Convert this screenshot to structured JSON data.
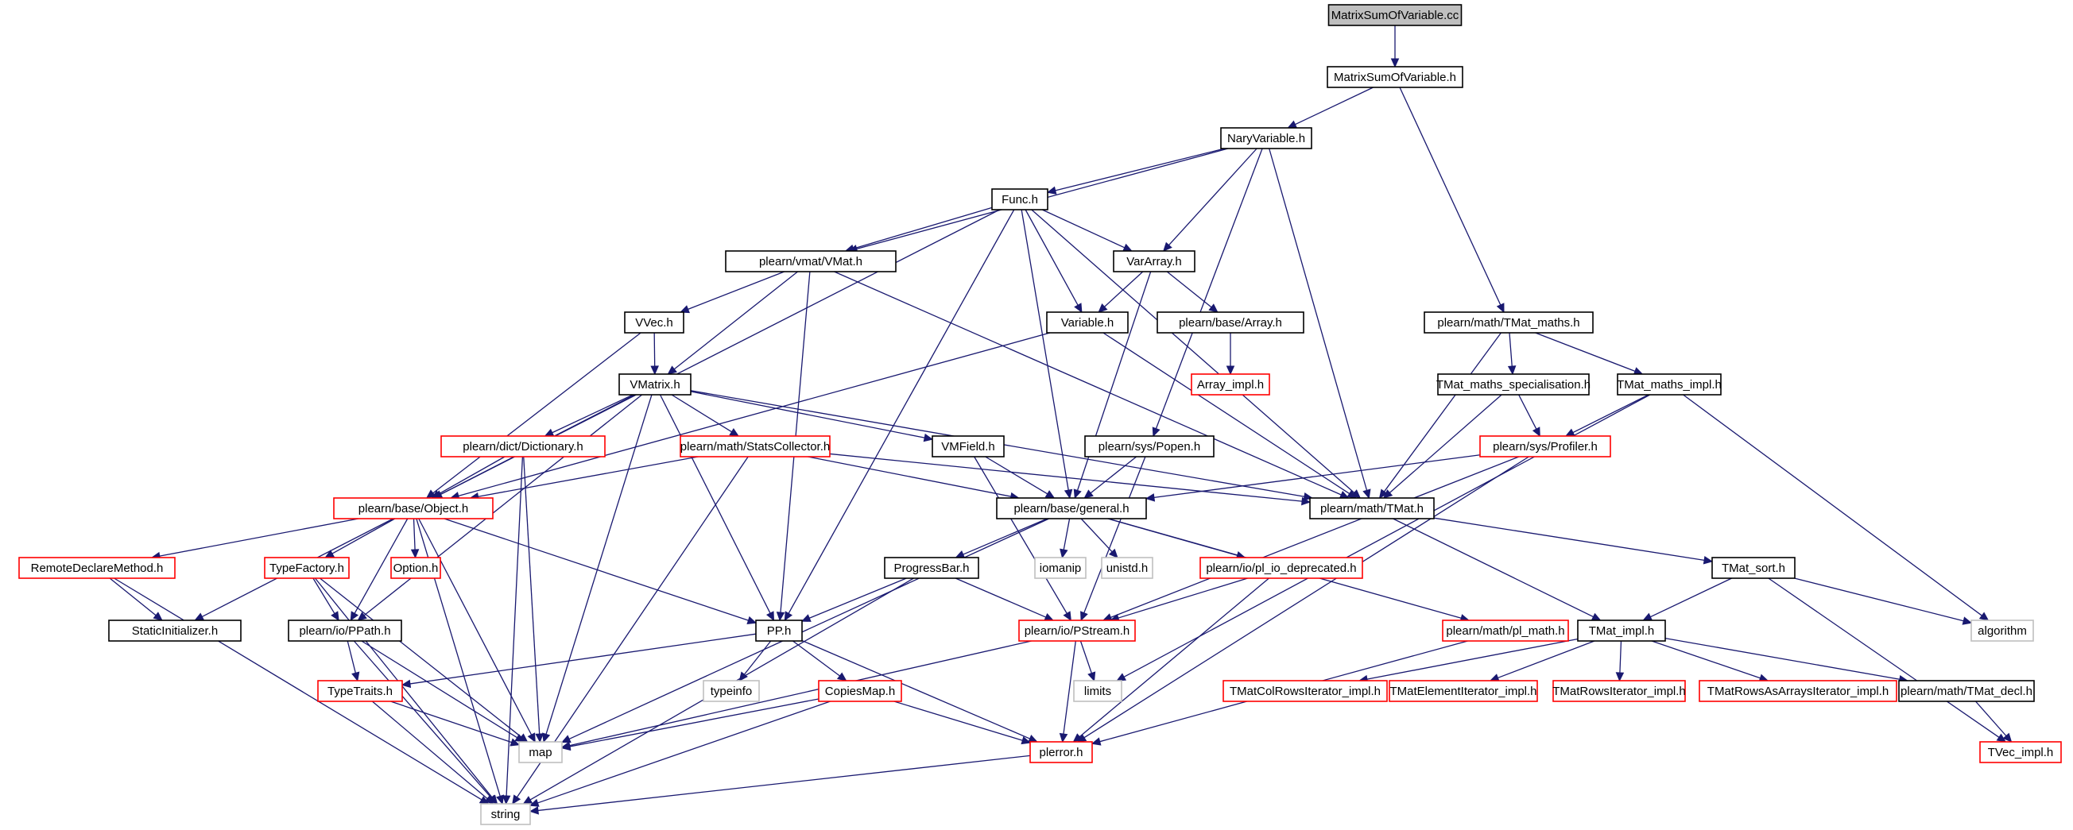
{
  "diagram": {
    "colors": {
      "edge": "#191970",
      "normal_border": "#000000",
      "missing_border": "#ff0000",
      "external_border": "#bfbfbf",
      "root_fill": "#bfbfbf"
    },
    "nodes": [
      {
        "id": "root",
        "label": "MatrixSumOfVariable.cc",
        "kind": "root"
      },
      {
        "id": "msv_h",
        "label": "MatrixSumOfVariable.h",
        "kind": "normal"
      },
      {
        "id": "nary",
        "label": "NaryVariable.h",
        "kind": "normal"
      },
      {
        "id": "func",
        "label": "Func.h",
        "kind": "normal"
      },
      {
        "id": "vmat",
        "label": "plearn/vmat/VMat.h",
        "kind": "normal"
      },
      {
        "id": "vararray",
        "label": "VarArray.h",
        "kind": "normal"
      },
      {
        "id": "vvec",
        "label": "VVec.h",
        "kind": "normal"
      },
      {
        "id": "variable",
        "label": "Variable.h",
        "kind": "normal"
      },
      {
        "id": "base_array",
        "label": "plearn/base/Array.h",
        "kind": "normal"
      },
      {
        "id": "array_impl",
        "label": "Array_impl.h",
        "kind": "missing"
      },
      {
        "id": "tmat_maths",
        "label": "plearn/math/TMat_maths.h",
        "kind": "normal"
      },
      {
        "id": "tmat_maths_spec",
        "label": "TMat_maths_specialisation.h",
        "kind": "normal"
      },
      {
        "id": "tmat_maths_impl",
        "label": "TMat_maths_impl.h",
        "kind": "normal"
      },
      {
        "id": "vmatrix",
        "label": "VMatrix.h",
        "kind": "normal"
      },
      {
        "id": "dictionary",
        "label": "plearn/dict/Dictionary.h",
        "kind": "missing"
      },
      {
        "id": "statscollector",
        "label": "plearn/math/StatsCollector.h",
        "kind": "missing"
      },
      {
        "id": "vmfield",
        "label": "VMField.h",
        "kind": "normal"
      },
      {
        "id": "popen",
        "label": "plearn/sys/Popen.h",
        "kind": "normal"
      },
      {
        "id": "profiler",
        "label": "plearn/sys/Profiler.h",
        "kind": "missing"
      },
      {
        "id": "object",
        "label": "plearn/base/Object.h",
        "kind": "missing"
      },
      {
        "id": "general",
        "label": "plearn/base/general.h",
        "kind": "normal"
      },
      {
        "id": "tmat",
        "label": "plearn/math/TMat.h",
        "kind": "normal"
      },
      {
        "id": "remote",
        "label": "RemoteDeclareMethod.h",
        "kind": "missing"
      },
      {
        "id": "typefactory",
        "label": "TypeFactory.h",
        "kind": "missing"
      },
      {
        "id": "option",
        "label": "Option.h",
        "kind": "missing"
      },
      {
        "id": "progressbar",
        "label": "ProgressBar.h",
        "kind": "normal"
      },
      {
        "id": "iomanip",
        "label": "iomanip",
        "kind": "external"
      },
      {
        "id": "unistd",
        "label": "unistd.h",
        "kind": "external"
      },
      {
        "id": "pl_io_dep",
        "label": "plearn/io/pl_io_deprecated.h",
        "kind": "missing"
      },
      {
        "id": "tmat_sort",
        "label": "TMat_sort.h",
        "kind": "normal"
      },
      {
        "id": "staticinit",
        "label": "StaticInitializer.h",
        "kind": "normal"
      },
      {
        "id": "ppath",
        "label": "plearn/io/PPath.h",
        "kind": "normal"
      },
      {
        "id": "pp",
        "label": "PP.h",
        "kind": "normal"
      },
      {
        "id": "pstream",
        "label": "plearn/io/PStream.h",
        "kind": "missing"
      },
      {
        "id": "pl_math",
        "label": "plearn/math/pl_math.h",
        "kind": "missing"
      },
      {
        "id": "tmat_impl",
        "label": "TMat_impl.h",
        "kind": "normal"
      },
      {
        "id": "algorithm",
        "label": "algorithm",
        "kind": "external"
      },
      {
        "id": "typeinfo",
        "label": "typeinfo",
        "kind": "external"
      },
      {
        "id": "limits",
        "label": "limits",
        "kind": "external"
      },
      {
        "id": "typetraits",
        "label": "TypeTraits.h",
        "kind": "missing"
      },
      {
        "id": "copiesmap",
        "label": "CopiesMap.h",
        "kind": "missing"
      },
      {
        "id": "tmatcolrows",
        "label": "TMatColRowsIterator_impl.h",
        "kind": "missing"
      },
      {
        "id": "tmatelement",
        "label": "TMatElementIterator_impl.h",
        "kind": "missing"
      },
      {
        "id": "tmatrows",
        "label": "TMatRowsIterator_impl.h",
        "kind": "missing"
      },
      {
        "id": "tmatrowsarrays",
        "label": "TMatRowsAsArraysIterator_impl.h",
        "kind": "missing"
      },
      {
        "id": "tmat_decl",
        "label": "plearn/math/TMat_decl.h",
        "kind": "normal"
      },
      {
        "id": "map",
        "label": "map",
        "kind": "external"
      },
      {
        "id": "plerror",
        "label": "plerror.h",
        "kind": "missing"
      },
      {
        "id": "tvec_impl",
        "label": "TVec_impl.h",
        "kind": "missing"
      },
      {
        "id": "string",
        "label": "string",
        "kind": "external"
      }
    ],
    "edges": [
      [
        "root",
        "msv_h"
      ],
      [
        "msv_h",
        "nary"
      ],
      [
        "msv_h",
        "tmat_maths"
      ],
      [
        "nary",
        "func"
      ],
      [
        "nary",
        "vmat"
      ],
      [
        "nary",
        "vararray"
      ],
      [
        "nary",
        "popen"
      ],
      [
        "nary",
        "tmat"
      ],
      [
        "func",
        "vmat"
      ],
      [
        "func",
        "vararray"
      ],
      [
        "func",
        "variable"
      ],
      [
        "func",
        "object"
      ],
      [
        "func",
        "general"
      ],
      [
        "func",
        "pp"
      ],
      [
        "func",
        "tmat"
      ],
      [
        "vmat",
        "vvec"
      ],
      [
        "vmat",
        "vmatrix"
      ],
      [
        "vmat",
        "pp"
      ],
      [
        "vmat",
        "tmat"
      ],
      [
        "vararray",
        "variable"
      ],
      [
        "vararray",
        "base_array"
      ],
      [
        "vararray",
        "general"
      ],
      [
        "variable",
        "object"
      ],
      [
        "variable",
        "tmat"
      ],
      [
        "base_array",
        "array_impl"
      ],
      [
        "vvec",
        "vmatrix"
      ],
      [
        "vvec",
        "object"
      ],
      [
        "tmat_maths",
        "tmat_maths_spec"
      ],
      [
        "tmat_maths",
        "tmat_maths_impl"
      ],
      [
        "tmat_maths",
        "tmat"
      ],
      [
        "tmat_maths_spec",
        "profiler"
      ],
      [
        "tmat_maths_spec",
        "tmat"
      ],
      [
        "tmat_maths_impl",
        "profiler"
      ],
      [
        "tmat_maths_impl",
        "algorithm"
      ],
      [
        "tmat_maths_impl",
        "limits"
      ],
      [
        "vmatrix",
        "dictionary"
      ],
      [
        "vmatrix",
        "statscollector"
      ],
      [
        "vmatrix",
        "vmfield"
      ],
      [
        "vmatrix",
        "object"
      ],
      [
        "vmatrix",
        "ppath"
      ],
      [
        "vmatrix",
        "pp"
      ],
      [
        "vmatrix",
        "map"
      ],
      [
        "vmatrix",
        "tmat"
      ],
      [
        "dictionary",
        "object"
      ],
      [
        "dictionary",
        "map"
      ],
      [
        "dictionary",
        "string"
      ],
      [
        "statscollector",
        "object"
      ],
      [
        "statscollector",
        "general"
      ],
      [
        "statscollector",
        "tmat"
      ],
      [
        "statscollector",
        "string"
      ],
      [
        "vmfield",
        "general"
      ],
      [
        "vmfield",
        "pstream"
      ],
      [
        "popen",
        "general"
      ],
      [
        "popen",
        "pstream"
      ],
      [
        "profiler",
        "general"
      ],
      [
        "profiler",
        "pstream"
      ],
      [
        "profiler",
        "plerror"
      ],
      [
        "object",
        "remote"
      ],
      [
        "object",
        "typefactory"
      ],
      [
        "object",
        "option"
      ],
      [
        "object",
        "staticinit"
      ],
      [
        "object",
        "ppath"
      ],
      [
        "object",
        "pp"
      ],
      [
        "object",
        "map"
      ],
      [
        "object",
        "string"
      ],
      [
        "general",
        "progressbar"
      ],
      [
        "general",
        "iomanip"
      ],
      [
        "general",
        "unistd"
      ],
      [
        "general",
        "pl_io_dep"
      ],
      [
        "general",
        "pl_math"
      ],
      [
        "general",
        "map"
      ],
      [
        "tmat",
        "tmat_sort"
      ],
      [
        "tmat",
        "tmat_impl"
      ],
      [
        "remote",
        "staticinit"
      ],
      [
        "remote",
        "string"
      ],
      [
        "typefactory",
        "ppath"
      ],
      [
        "typefactory",
        "map"
      ],
      [
        "typefactory",
        "string"
      ],
      [
        "progressbar",
        "pp"
      ],
      [
        "progressbar",
        "pstream"
      ],
      [
        "progressbar",
        "string"
      ],
      [
        "pl_io_dep",
        "pstream"
      ],
      [
        "pl_io_dep",
        "plerror"
      ],
      [
        "tmat_sort",
        "tmat_impl"
      ],
      [
        "tmat_sort",
        "algorithm"
      ],
      [
        "tmat_sort",
        "tvec_impl"
      ],
      [
        "ppath",
        "typetraits"
      ],
      [
        "ppath",
        "map"
      ],
      [
        "ppath",
        "string"
      ],
      [
        "pp",
        "typetraits"
      ],
      [
        "pp",
        "typeinfo"
      ],
      [
        "pp",
        "copiesmap"
      ],
      [
        "pp",
        "plerror"
      ],
      [
        "pstream",
        "limits"
      ],
      [
        "pstream",
        "plerror"
      ],
      [
        "pstream",
        "map"
      ],
      [
        "pl_math",
        "plerror"
      ],
      [
        "tmat_impl",
        "tmatcolrows"
      ],
      [
        "tmat_impl",
        "tmatelement"
      ],
      [
        "tmat_impl",
        "tmatrows"
      ],
      [
        "tmat_impl",
        "tmatrowsarrays"
      ],
      [
        "tmat_impl",
        "tmat_decl"
      ],
      [
        "tmat_decl",
        "tvec_impl"
      ],
      [
        "typetraits",
        "map"
      ],
      [
        "typetraits",
        "string"
      ],
      [
        "copiesmap",
        "map"
      ],
      [
        "copiesmap",
        "plerror"
      ],
      [
        "copiesmap",
        "string"
      ],
      [
        "plerror",
        "string"
      ]
    ]
  }
}
